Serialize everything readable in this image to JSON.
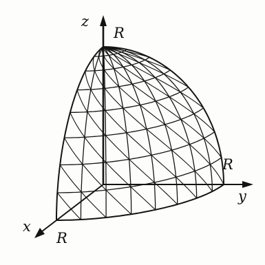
{
  "figure": {
    "description_type": "octant-of-sphere-wireframe",
    "labels": {
      "z_axis": "z",
      "y_axis": "y",
      "x_axis": "x",
      "r_top": "R",
      "r_right": "R",
      "r_bottom": "R"
    },
    "colors": {
      "ink": "#141414",
      "background": "#fdfdfb"
    }
  }
}
